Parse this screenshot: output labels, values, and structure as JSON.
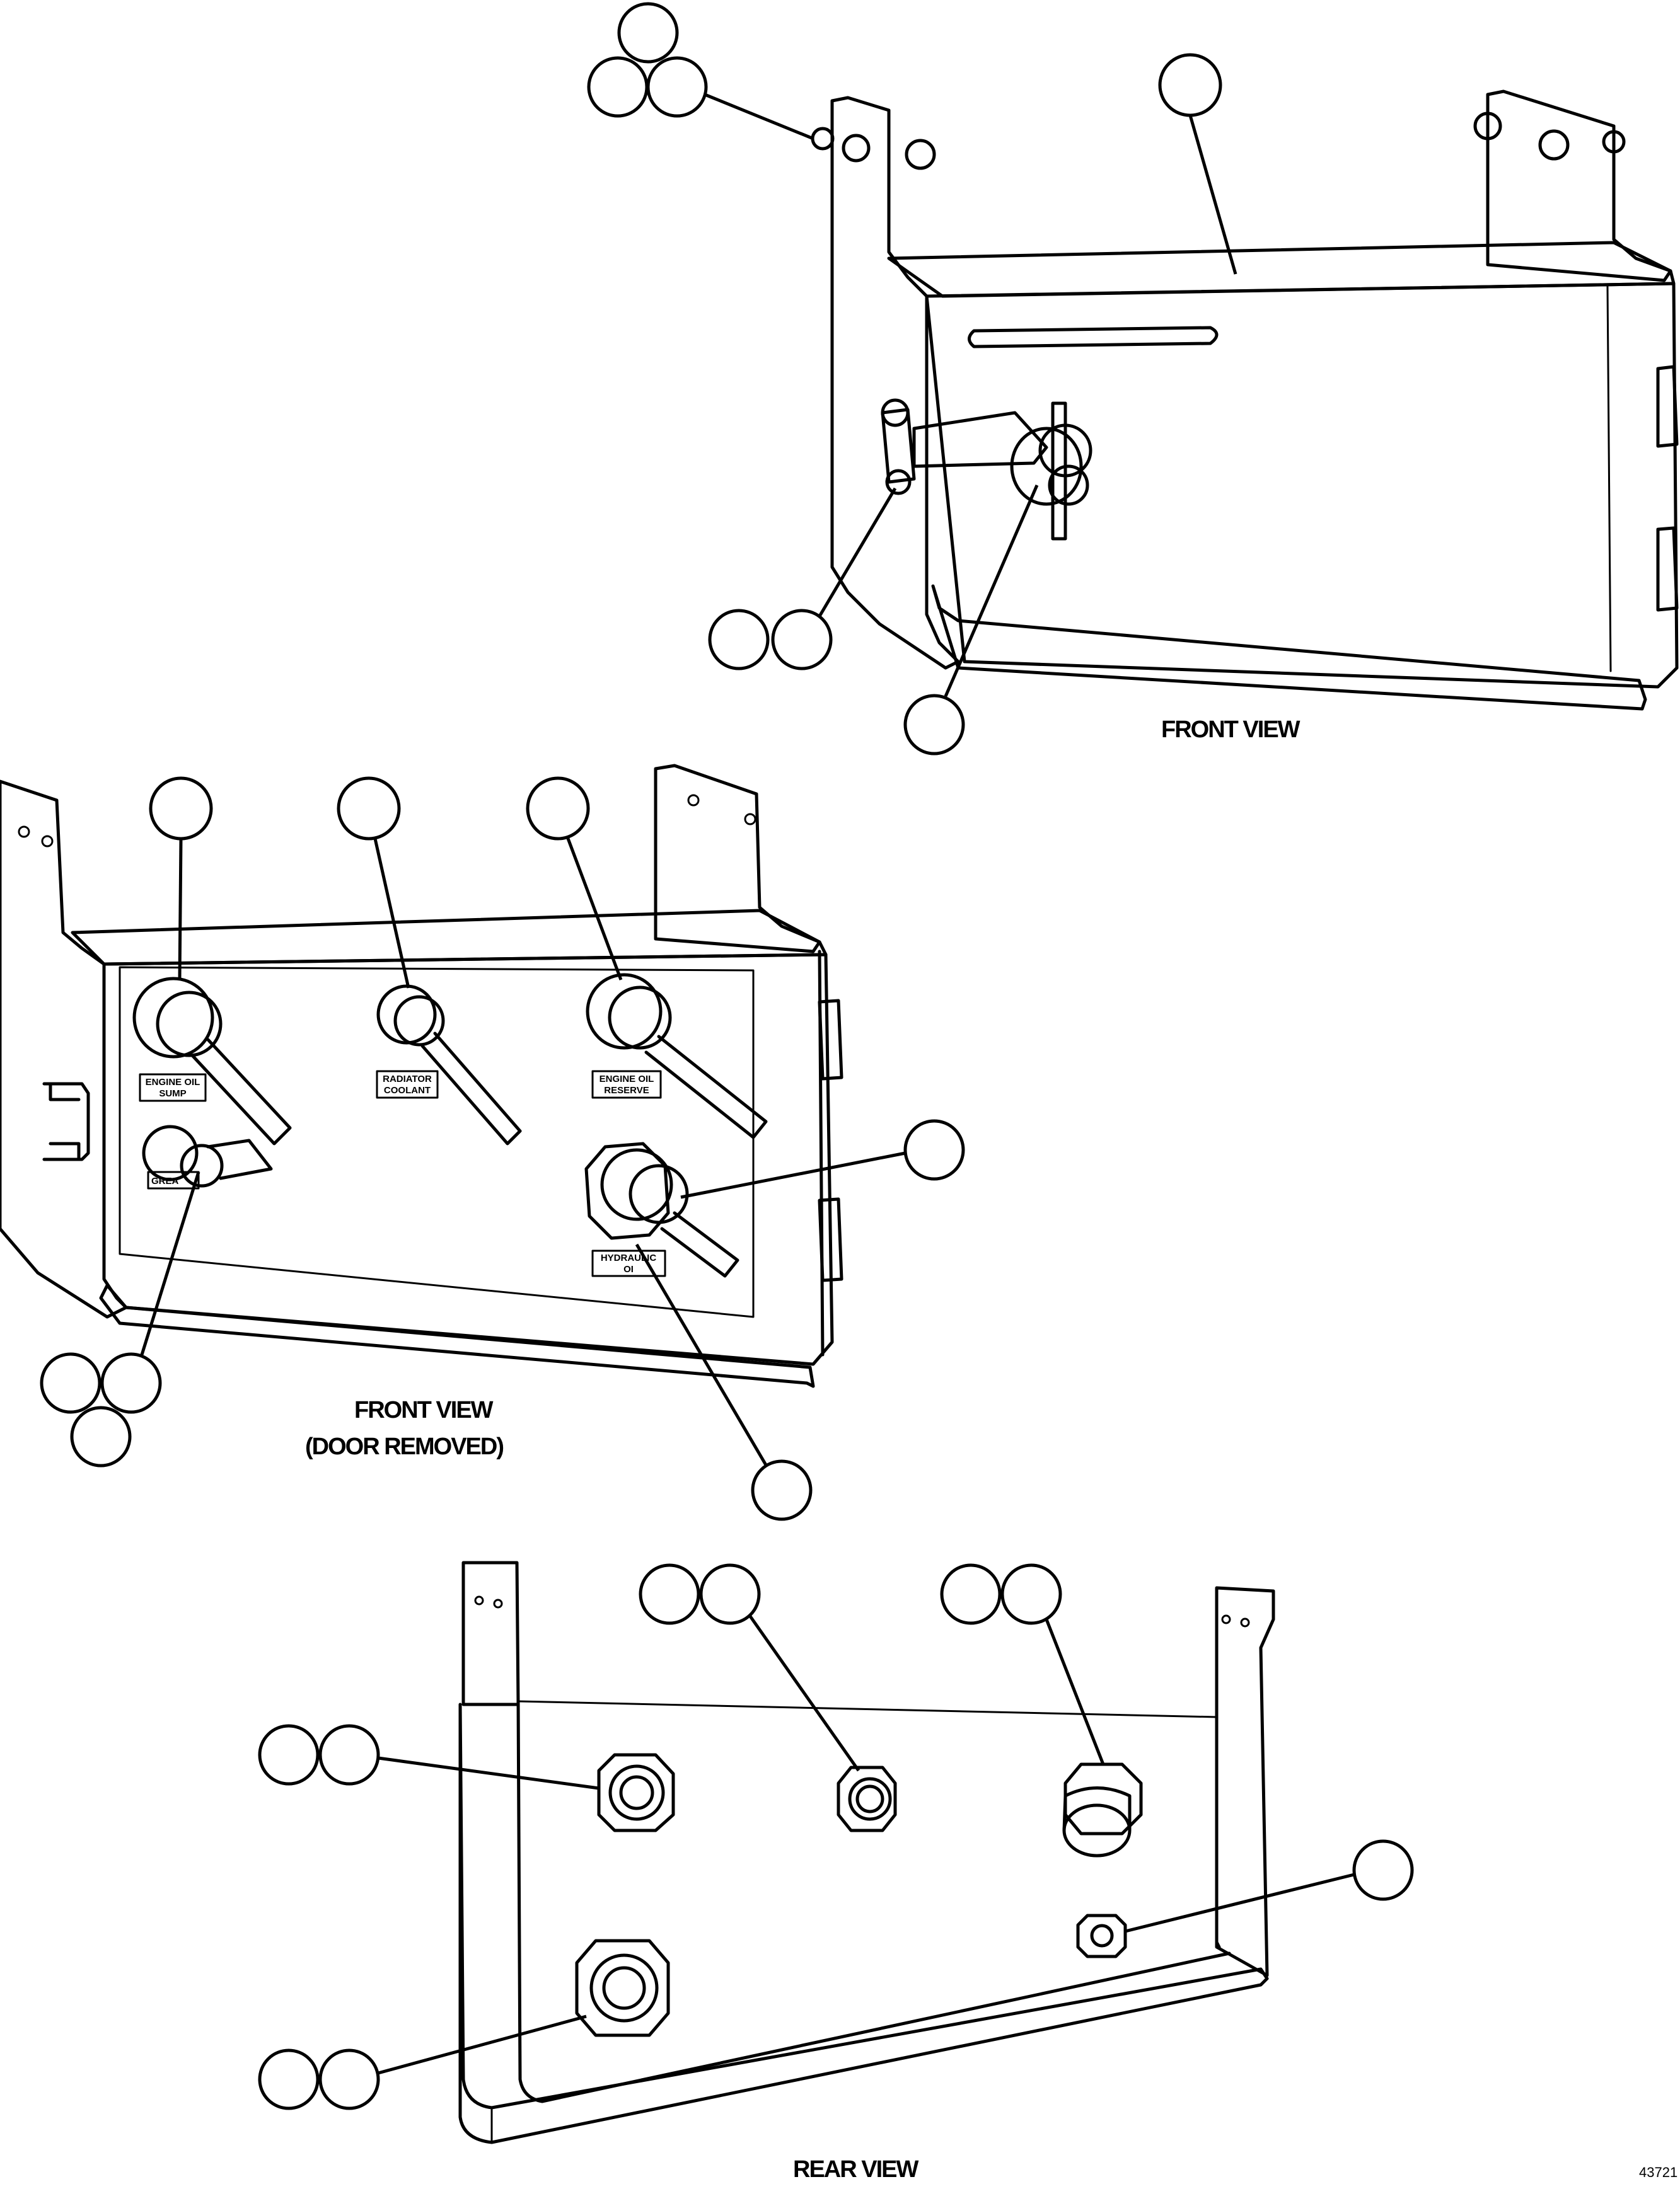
{
  "views": {
    "front": {
      "label": "FRONT VIEW"
    },
    "front_door_removed": {
      "label_line1": "FRONT VIEW",
      "label_line2": "(DOOR REMOVED)"
    },
    "rear": {
      "label": "REAR VIEW"
    }
  },
  "fitting_tags": {
    "engine_oil_sump": {
      "line1": "ENGINE OIL",
      "line2": "SUMP"
    },
    "radiator_coolant": {
      "line1": "RADIATOR",
      "line2": "COOLANT"
    },
    "engine_oil_reserve": {
      "line1": "ENGINE OIL",
      "line2": "RESERVE"
    },
    "grease": {
      "line1": "GREA"
    },
    "hydraulic_oil": {
      "line1": "HYDRAULIC",
      "line2": "OI"
    }
  },
  "figure_id": "43721"
}
